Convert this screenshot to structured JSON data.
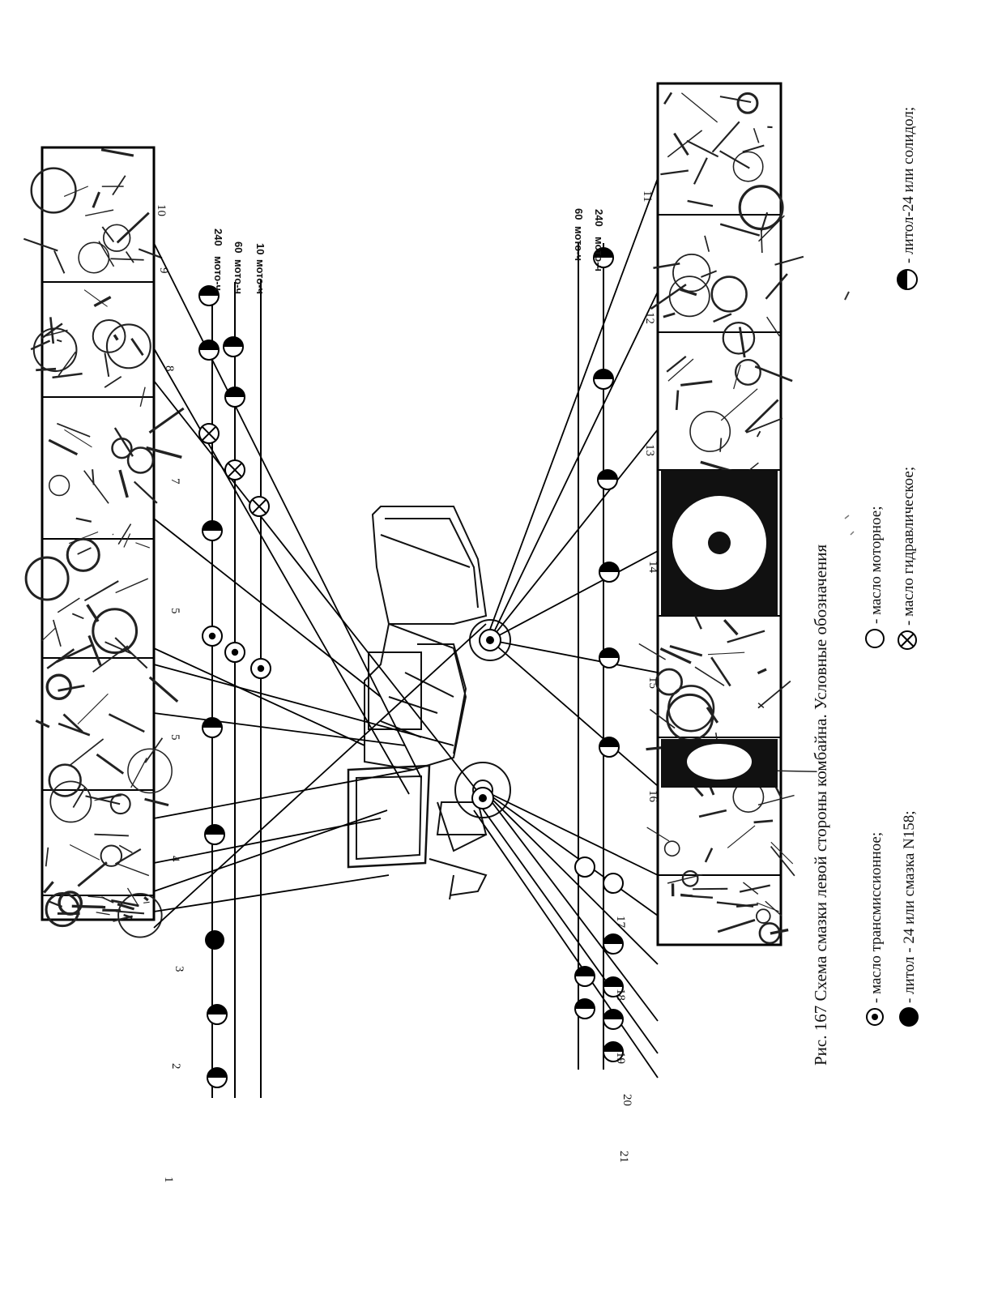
{
  "caption": "Рис. 167 Схема смазки левой стороны комбайна. Условные обозначения",
  "legend": [
    {
      "symbol": "dot-in-circle",
      "text": "- масло трансмиссионное;"
    },
    {
      "symbol": "solid",
      "text": "- литол - 24 или смазка N158;"
    },
    {
      "symbol": "open",
      "text": "- масло моторное;"
    },
    {
      "symbol": "cross",
      "text": "- масло гидравлическое;"
    },
    {
      "symbol": "half",
      "text": "- литол-24 или солидол;"
    }
  ],
  "left_schedules": [
    {
      "num": "240",
      "unit": "мото-ч"
    },
    {
      "num": "60",
      "unit": "мото-ч"
    },
    {
      "num": "10",
      "unit": "мото-ч"
    }
  ],
  "right_schedules": [
    {
      "num": "60",
      "unit": "мото-ч"
    },
    {
      "num": "240",
      "unit": "мото-ч"
    }
  ],
  "left_labels": [
    "1",
    "2",
    "3",
    "4",
    "5",
    "5",
    "7",
    "8",
    "9",
    "10"
  ],
  "right_labels": [
    "11",
    "12",
    "13",
    "14",
    "15",
    "16",
    "17",
    "18",
    "19",
    "20",
    "21"
  ]
}
